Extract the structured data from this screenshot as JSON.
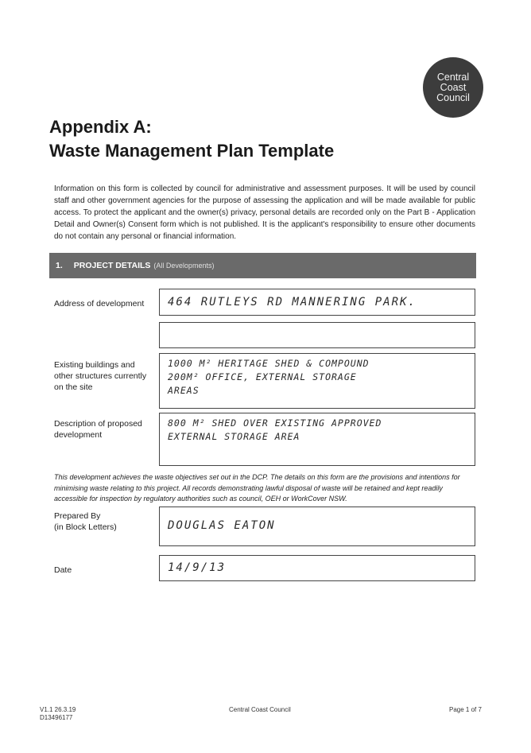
{
  "logo": {
    "line1": "Central",
    "line2": "Coast",
    "line3": "Council"
  },
  "title": {
    "line1": "Appendix A:",
    "line2": "Waste Management Plan Template"
  },
  "intro": "Information on this form is collected by council for administrative and assessment purposes. It will be used by council staff and other government agencies for the purpose of assessing the application and will be made available for public access. To protect the applicant and the owner(s) privacy, personal details are recorded only on the Part B - Application Detail and Owner(s) Consent form which is not published. It is the applicant's responsibility to ensure other documents do not contain any personal or financial information.",
  "section": {
    "number": "1.",
    "heading": "PROJECT DETAILS",
    "sub": "(All Developments)"
  },
  "fields": {
    "address_label": "Address of development",
    "address_value": "464 RUTLEYS RD MANNERING PARK.",
    "address_value2": "",
    "existing_label": "Existing buildings and\nother structures currently\non the site",
    "existing_value": "1000 M² HERITAGE SHED & COMPOUND\n200M² OFFICE, EXTERNAL STORAGE\nAREAS",
    "proposed_label": "Description of proposed\ndevelopment",
    "proposed_value": "800 M² SHED OVER EXISTING APPROVED\nEXTERNAL STORAGE AREA"
  },
  "statement": "This development achieves the waste objectives set out in the DCP. The details on this form are the provisions and intentions for minimising waste relating to this project. All records demonstrating lawful disposal of waste will be retained and kept readily accessible for inspection by regulatory authorities such as council, OEH or WorkCover NSW.",
  "prepared": {
    "label": "Prepared By\n(in Block Letters)",
    "value": "DOUGLAS EATON"
  },
  "date": {
    "label": "Date",
    "value": "14/9/13"
  },
  "footer": {
    "version": "V1.1 26.3.19\nD13496177",
    "center": "Central Coast Council",
    "page": "Page 1 of 7"
  }
}
